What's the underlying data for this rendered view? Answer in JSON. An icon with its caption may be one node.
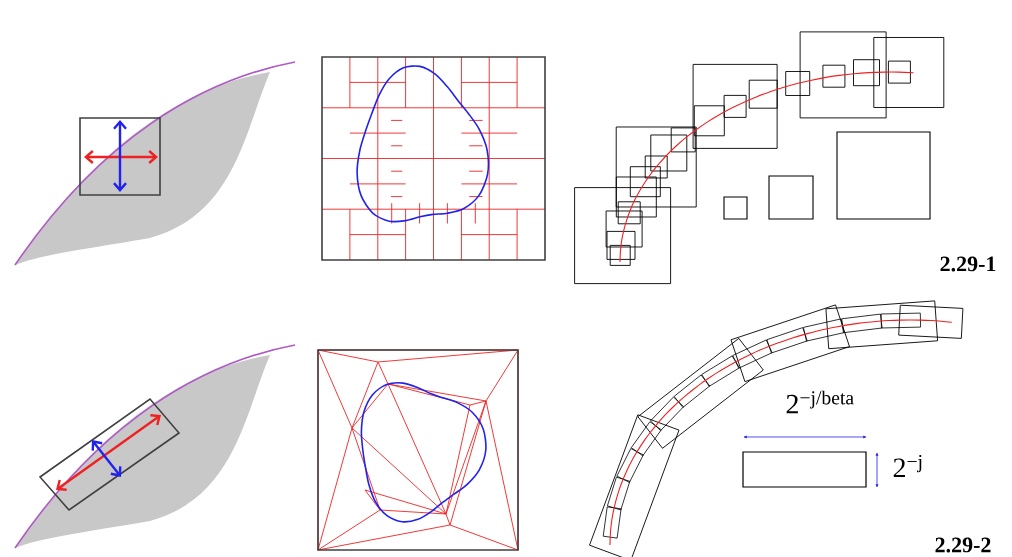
{
  "diagram": {
    "labels": [
      "2.29-1",
      "2$^{−j/beta}$",
      "2$^{−j}$",
      "2.29-2"
    ]
  }
}
